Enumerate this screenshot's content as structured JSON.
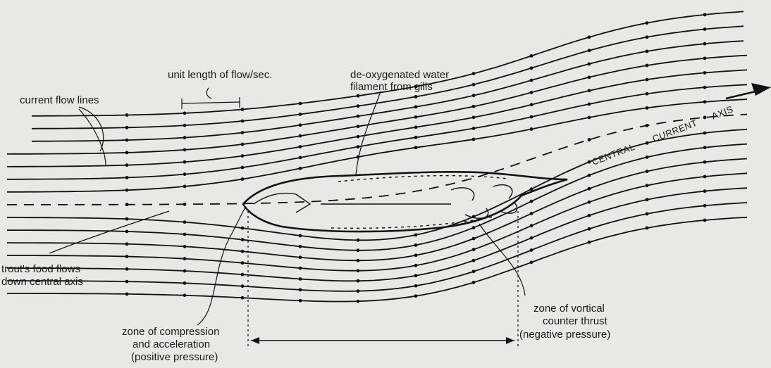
{
  "labels": {
    "unit_length": "unit length of flow/sec.",
    "deoxygenated_1": "de-oxygenated water",
    "deoxygenated_2": "filament from gills",
    "current_flow_lines": "current flow lines",
    "central_axis_1": "CENTRAL",
    "central_axis_2": "CURRENT",
    "central_axis_3": "AXIS",
    "food_1": "trout's food flows",
    "food_2": "down central axis",
    "compression_1": "zone of compression",
    "compression_2": "and acceleration",
    "compression_3": "(positive pressure)",
    "vortical_1": "zone of vortical",
    "vortical_2": "counter thrust",
    "vortical_3": "(negative pressure)"
  },
  "colors": {
    "ink": "#111111",
    "paper": "#e8e8e6"
  }
}
